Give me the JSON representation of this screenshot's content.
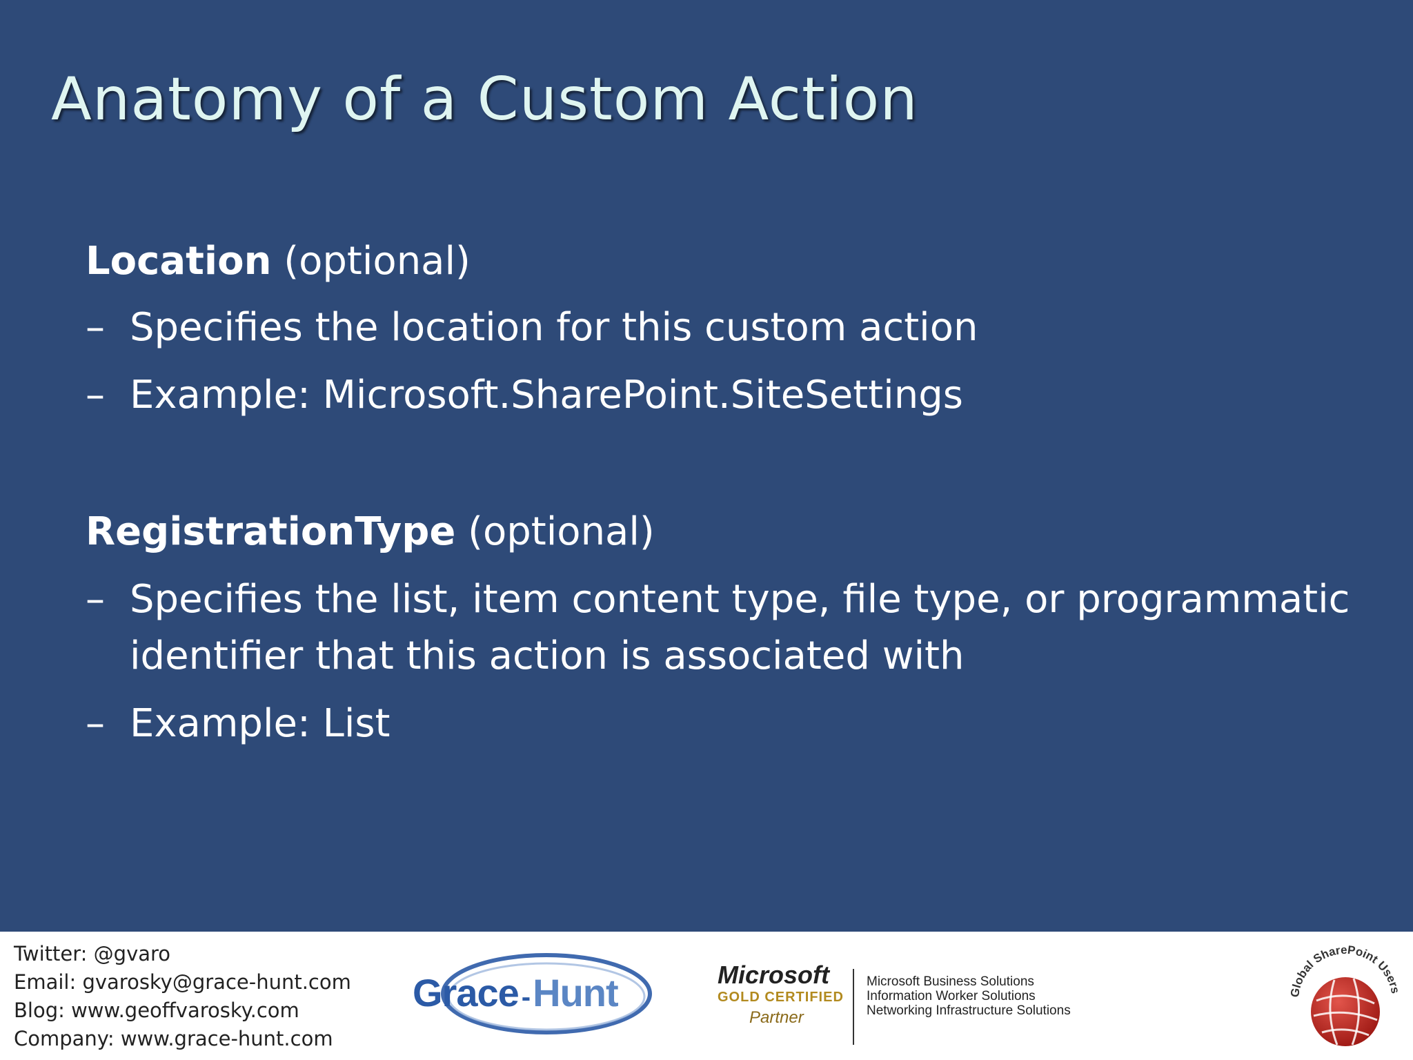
{
  "slide": {
    "title": "Anatomy of a Custom Action",
    "sections": [
      {
        "heading_bold": "Location",
        "heading_rest": " (optional)",
        "bullets": [
          "Specifies the location for this custom action",
          "Example: Microsoft.SharePoint.SiteSettings"
        ]
      },
      {
        "heading_bold": "RegistrationType",
        "heading_rest": " (optional)",
        "bullets": [
          "Specifies the list, item content type, file type, or programmatic",
          "identifier that this action is associated with",
          "Example: List"
        ]
      }
    ],
    "bullet_dash": "–"
  },
  "footer": {
    "contact": [
      "Twitter: @gvaro",
      "Email: gvarosky@grace-hunt.com",
      "Blog: www.geoffvarosky.com",
      "Company: www.grace-hunt.com"
    ],
    "grace_hunt_logo": {
      "grace": "Grace",
      "sep": "-",
      "hunt": "Hunt"
    },
    "microsoft_badge": {
      "wordmark": "Microsoft",
      "certified": "GOLD CERTIFIED",
      "partner": "Partner",
      "solutions": [
        "Microsoft Business Solutions",
        "Information Worker Solutions",
        "Networking Infrastructure Solutions"
      ]
    },
    "gsug_logo": {
      "text": "Global SharePoint Users Group"
    }
  },
  "colors": {
    "slide_background": "#2e4a78",
    "title_text": "#dff5f1",
    "body_text": "#ffffff",
    "footer_background": "#ffffff",
    "logo_blue": "#2b5aa6",
    "gsug_red": "#c4231c"
  }
}
